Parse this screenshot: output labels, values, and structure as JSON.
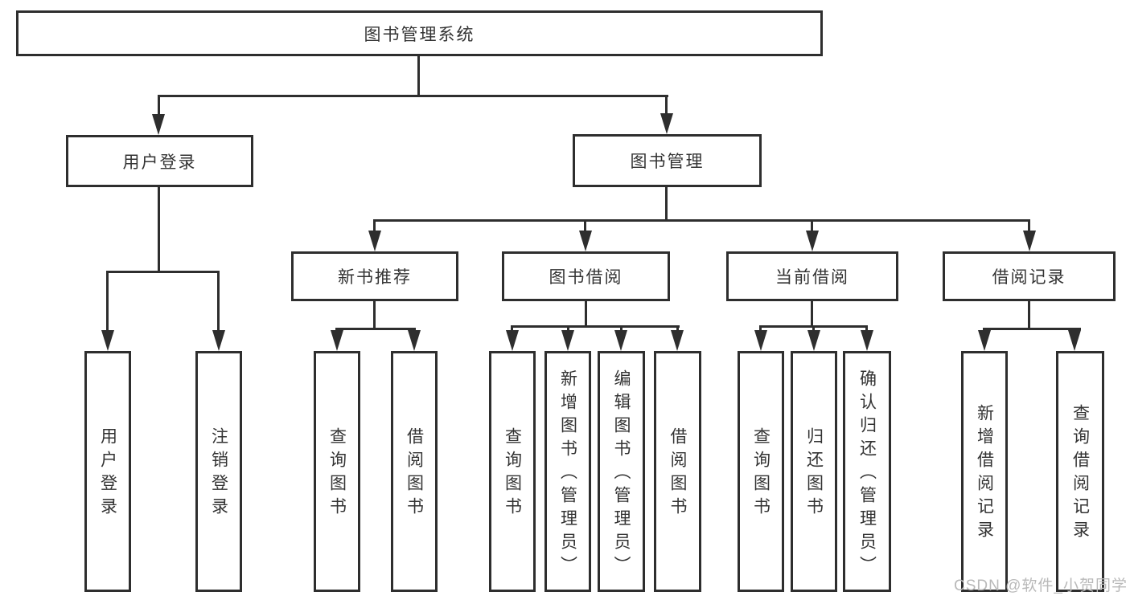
{
  "diagram": {
    "type": "hierarchy-tree",
    "root": {
      "label": "图书管理系统"
    },
    "level1": [
      {
        "label": "用户登录",
        "parent": "图书管理系统"
      },
      {
        "label": "图书管理",
        "parent": "图书管理系统"
      }
    ],
    "level2": [
      {
        "label": "新书推荐",
        "parent": "图书管理"
      },
      {
        "label": "图书借阅",
        "parent": "图书管理"
      },
      {
        "label": "当前借阅",
        "parent": "图书管理"
      },
      {
        "label": "借阅记录",
        "parent": "图书管理"
      }
    ],
    "leaves": [
      {
        "label": "用户登录",
        "parent": "用户登录"
      },
      {
        "label": "注销登录",
        "parent": "用户登录"
      },
      {
        "label": "查询图书",
        "parent": "新书推荐"
      },
      {
        "label": "借阅图书",
        "parent": "新书推荐"
      },
      {
        "label": "查询图书",
        "parent": "图书借阅"
      },
      {
        "label": "新增图书（管理员）",
        "parent": "图书借阅"
      },
      {
        "label": "编辑图书（管理员）",
        "parent": "图书借阅"
      },
      {
        "label": "借阅图书",
        "parent": "图书借阅"
      },
      {
        "label": "查询图书",
        "parent": "当前借阅"
      },
      {
        "label": "归还图书",
        "parent": "当前借阅"
      },
      {
        "label": "确认归还（管理员）",
        "parent": "当前借阅"
      },
      {
        "label": "新增借阅记录",
        "parent": "借阅记录"
      },
      {
        "label": "查询借阅记录",
        "parent": "借阅记录"
      }
    ]
  },
  "watermark": {
    "text": "CSDN @软件_小贺同学",
    "color": "#b9b9b9"
  },
  "colors": {
    "line": "#2e2e2e",
    "box_border": "#2e2e2e",
    "text": "#333333",
    "background": "#ffffff"
  }
}
